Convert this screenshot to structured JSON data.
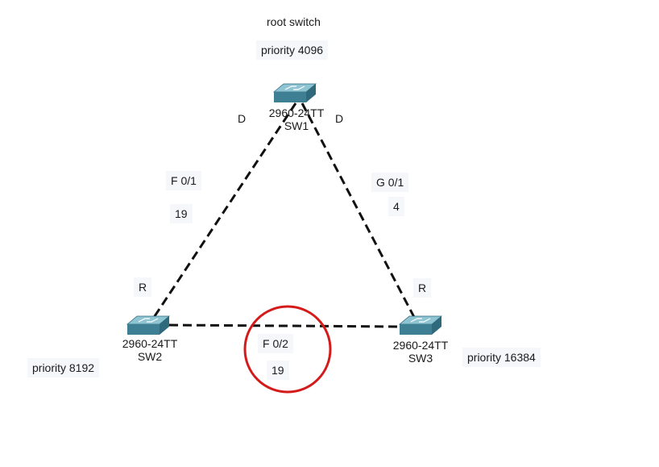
{
  "colors": {
    "link": "#111111",
    "highlight_circle": "#d41a1a",
    "switch_top": "#8fc4d2",
    "switch_front": "#3f7f93",
    "switch_side": "#2f6a7c",
    "switch_arrows": "#ffffff"
  },
  "icons": {
    "switch": "network-switch-icon"
  },
  "switches": [
    {
      "id": "sw1",
      "model": "2960-24TT",
      "name": "SW1"
    },
    {
      "id": "sw2",
      "model": "2960-24TT",
      "name": "SW2"
    },
    {
      "id": "sw3",
      "model": "2960-24TT",
      "name": "SW3"
    }
  ],
  "annotations": {
    "root_switch": "root switch",
    "sw1_priority": "priority 4096",
    "sw2_priority": "priority 8192",
    "sw3_priority": "priority 16384",
    "sw1_sw2_port_role": "D",
    "sw1_sw3_port_role": "D",
    "sw2_port_role": "R",
    "sw3_port_role": "R",
    "link_sw1_sw2_interface": "F  0/1",
    "link_sw1_sw2_cost": "19",
    "link_sw1_sw3_interface": "G  0/1",
    "link_sw1_sw3_cost": "4",
    "link_sw2_sw3_interface": "F  0/2",
    "link_sw2_sw3_cost": "19"
  }
}
